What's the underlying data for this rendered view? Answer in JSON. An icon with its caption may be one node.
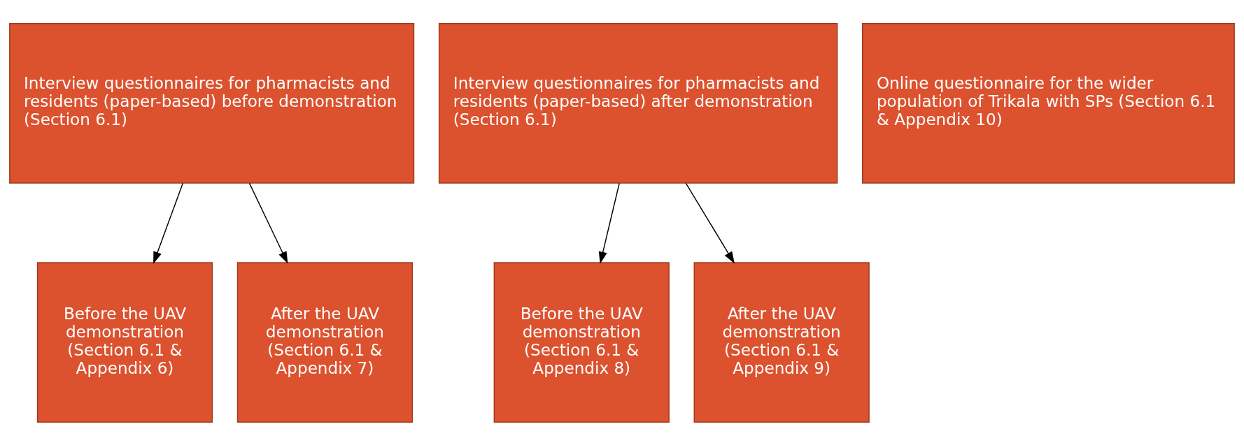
{
  "diagram": {
    "nodes": [
      {
        "text": [
          "Interview questionnaires for pharmacists and residents (paper-based) before demonstration (Section 6.1)"
        ]
      },
      {
        "text": [
          "Interview questionnaires for pharmacists and residents (paper-based) after demonstration (Section 6.1)"
        ]
      },
      {
        "text": [
          "Online questionnaire for the wider population of Trikala with SPs (Section 6.1 & Appendix 10)"
        ]
      },
      {
        "text": [
          "Before the UAV demonstration (Section 6.1 & Appendix 6)"
        ]
      },
      {
        "text": [
          "After the UAV demonstration (Section 6.1 & Appendix 7)"
        ]
      },
      {
        "text": [
          "Before the UAV demonstration (Section 6.1 & Appendix 8)"
        ]
      },
      {
        "text": [
          "After the UAV demonstration (Section 6.1 & Appendix 9)"
        ]
      }
    ],
    "edges": [
      {
        "from": 0,
        "to": 3,
        "arrow": "to"
      },
      {
        "from": 0,
        "to": 4,
        "arrow": "to"
      },
      {
        "from": 1,
        "to": 5,
        "arrow": "to"
      },
      {
        "from": 1,
        "to": 6,
        "arrow": "to"
      }
    ]
  }
}
